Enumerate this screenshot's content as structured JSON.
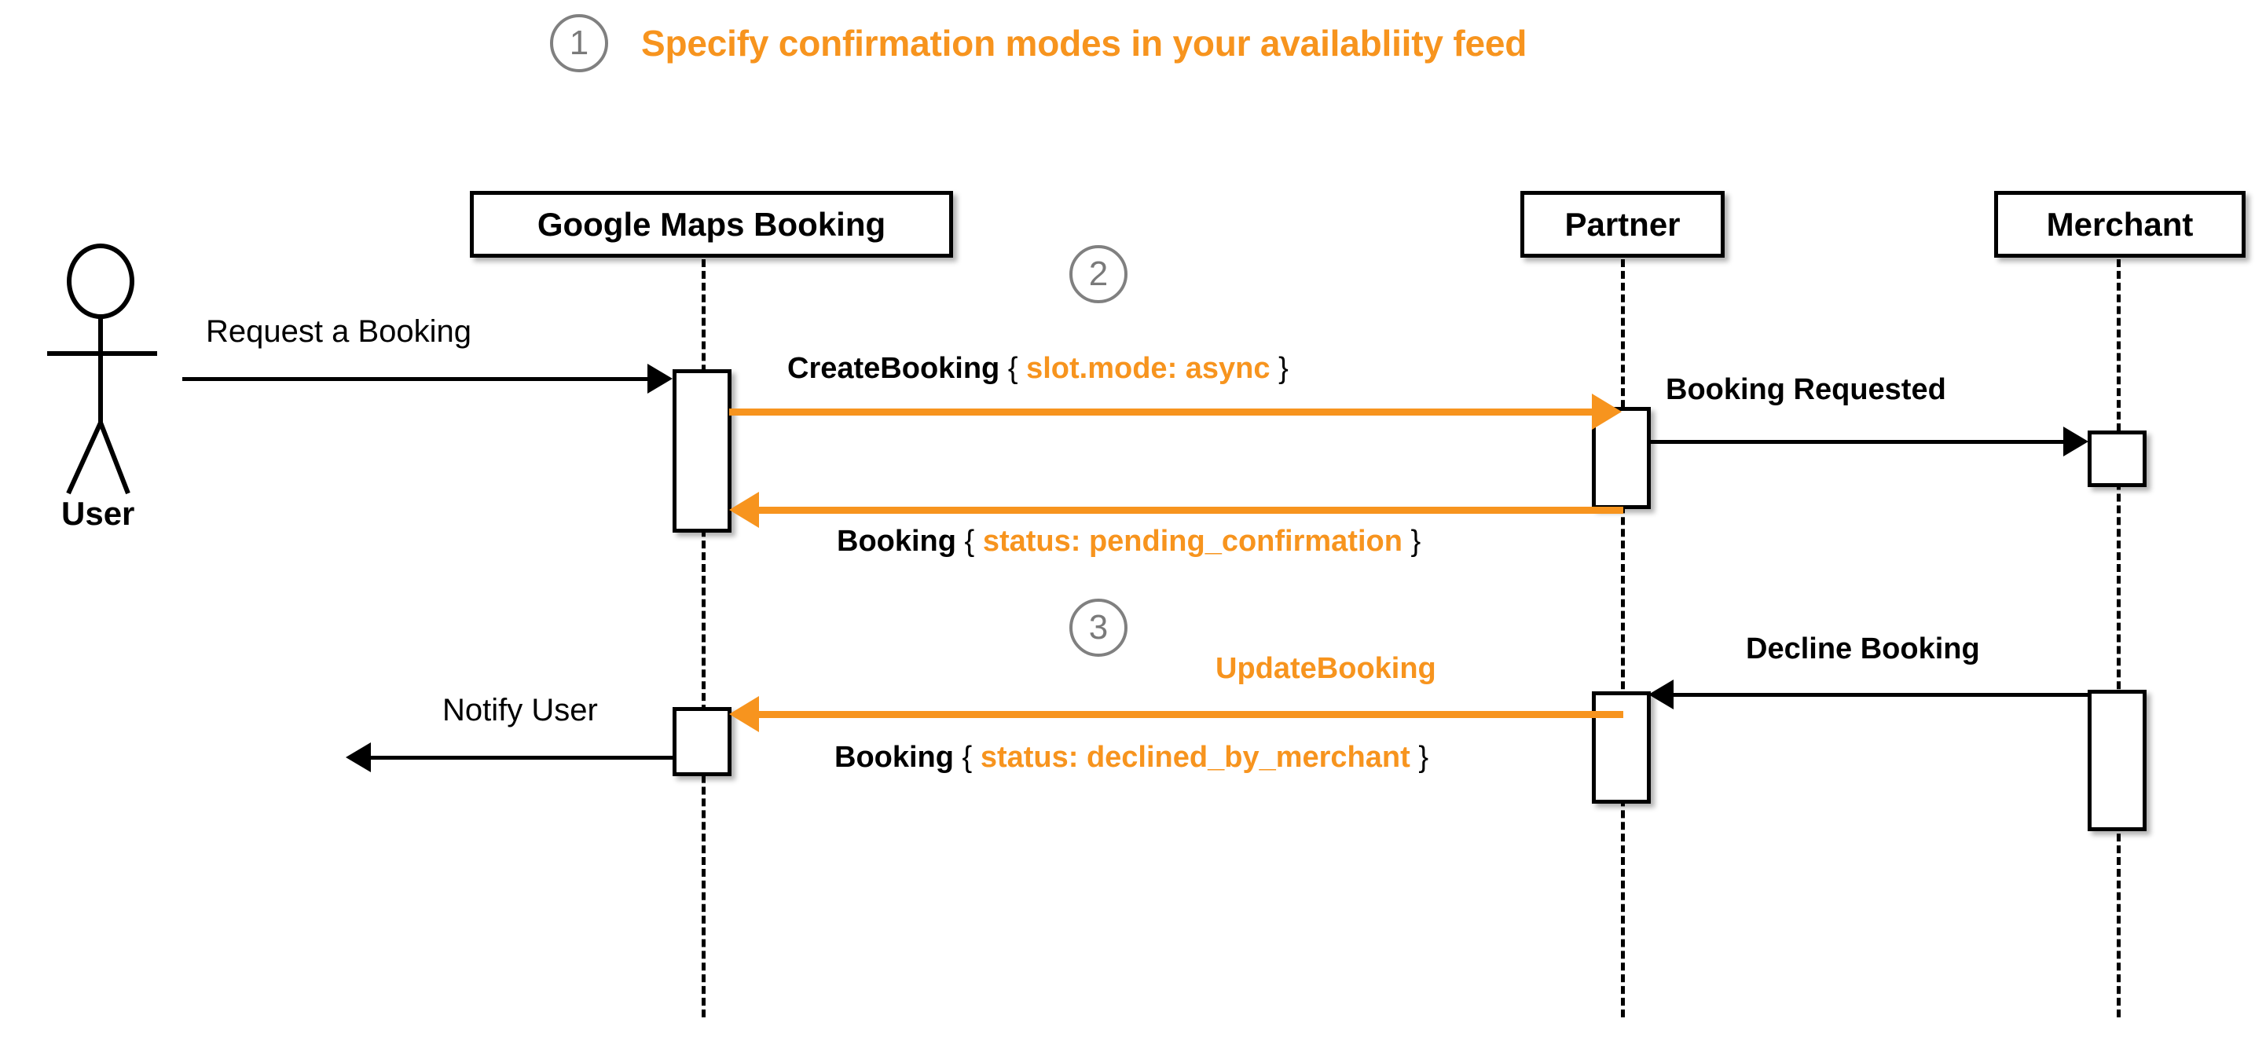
{
  "colors": {
    "accent_orange": "#F7941E",
    "badge_gray": "#808080",
    "line_black": "#000000",
    "background": "#FFFFFF"
  },
  "title": {
    "badge": "1",
    "text": "Specify confirmation modes in your availabliity feed"
  },
  "step_badges": {
    "two": "2",
    "three": "3"
  },
  "actor": {
    "label": "User"
  },
  "lifelines": [
    {
      "id": "gmb",
      "label": "Google Maps Booking"
    },
    {
      "id": "partner",
      "label": "Partner"
    },
    {
      "id": "merchant",
      "label": "Merchant"
    }
  ],
  "messages": [
    {
      "id": "request-a-booking",
      "from": "user",
      "to": "gmb",
      "style": "black-plain",
      "label": "Request a Booking"
    },
    {
      "id": "create-booking",
      "from": "gmb",
      "to": "partner",
      "style": "orange",
      "label_prefix": "CreateBooking",
      "label_open_brace": "{",
      "label_highlight": "slot.mode: async",
      "label_close_brace": "}"
    },
    {
      "id": "booking-requested",
      "from": "partner",
      "to": "merchant",
      "style": "black-bold",
      "label": "Booking Requested"
    },
    {
      "id": "booking-pending",
      "from": "partner",
      "to": "gmb",
      "style": "orange",
      "label_prefix": "Booking",
      "label_open_brace": "{",
      "label_highlight": "status: pending_confirmation",
      "label_close_brace": "}"
    },
    {
      "id": "decline-booking",
      "from": "merchant",
      "to": "partner",
      "style": "black-bold",
      "label": "Decline Booking"
    },
    {
      "id": "update-booking",
      "from": "partner",
      "to": "gmb",
      "style": "orange",
      "label_top": "UpdateBooking",
      "label_prefix": "Booking",
      "label_open_brace": "{",
      "label_highlight": "status: declined_by_merchant",
      "label_close_brace": "}"
    },
    {
      "id": "notify-user",
      "from": "gmb",
      "to": "user",
      "style": "black-plain",
      "label": "Notify User"
    }
  ]
}
